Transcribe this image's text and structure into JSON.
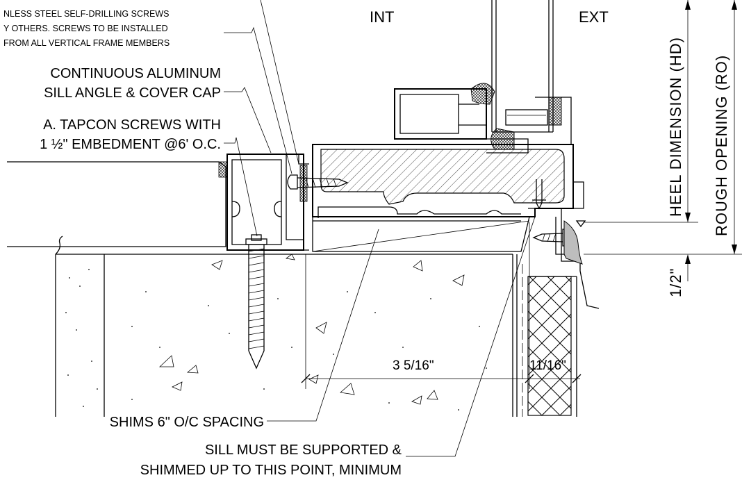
{
  "labels": {
    "int": "INT",
    "ext": "EXT",
    "screws_line1": "NLESS STEEL SELF-DRILLING SCREWS",
    "screws_line2": "Y OTHERS. SCREWS TO BE INSTALLED",
    "screws_line3": "FROM ALL VERTICAL FRAME MEMBERS",
    "sill_angle_line1": "CONTINUOUS ALUMINUM",
    "sill_angle_line2": "SILL ANGLE & COVER CAP",
    "tapcon_line1": "A. TAPCON SCREWS WITH",
    "tapcon_line2": "1 ½\" EMBEDMENT @6' O.C.",
    "shims": "SHIMS 6\" O/C SPACING",
    "support_line1": "SILL MUST BE SUPPORTED &",
    "support_line2": "SHIMMED UP TO THIS POINT, MINIMUM",
    "heel_dimension": "HEEL  DIMENSION  (HD)",
    "rough_opening": "ROUGH  OPENING  (RO)",
    "half_inch": "1/2\"",
    "dim_3_5_16": "3 5/16\"",
    "dim_11_16": "11/16\""
  }
}
